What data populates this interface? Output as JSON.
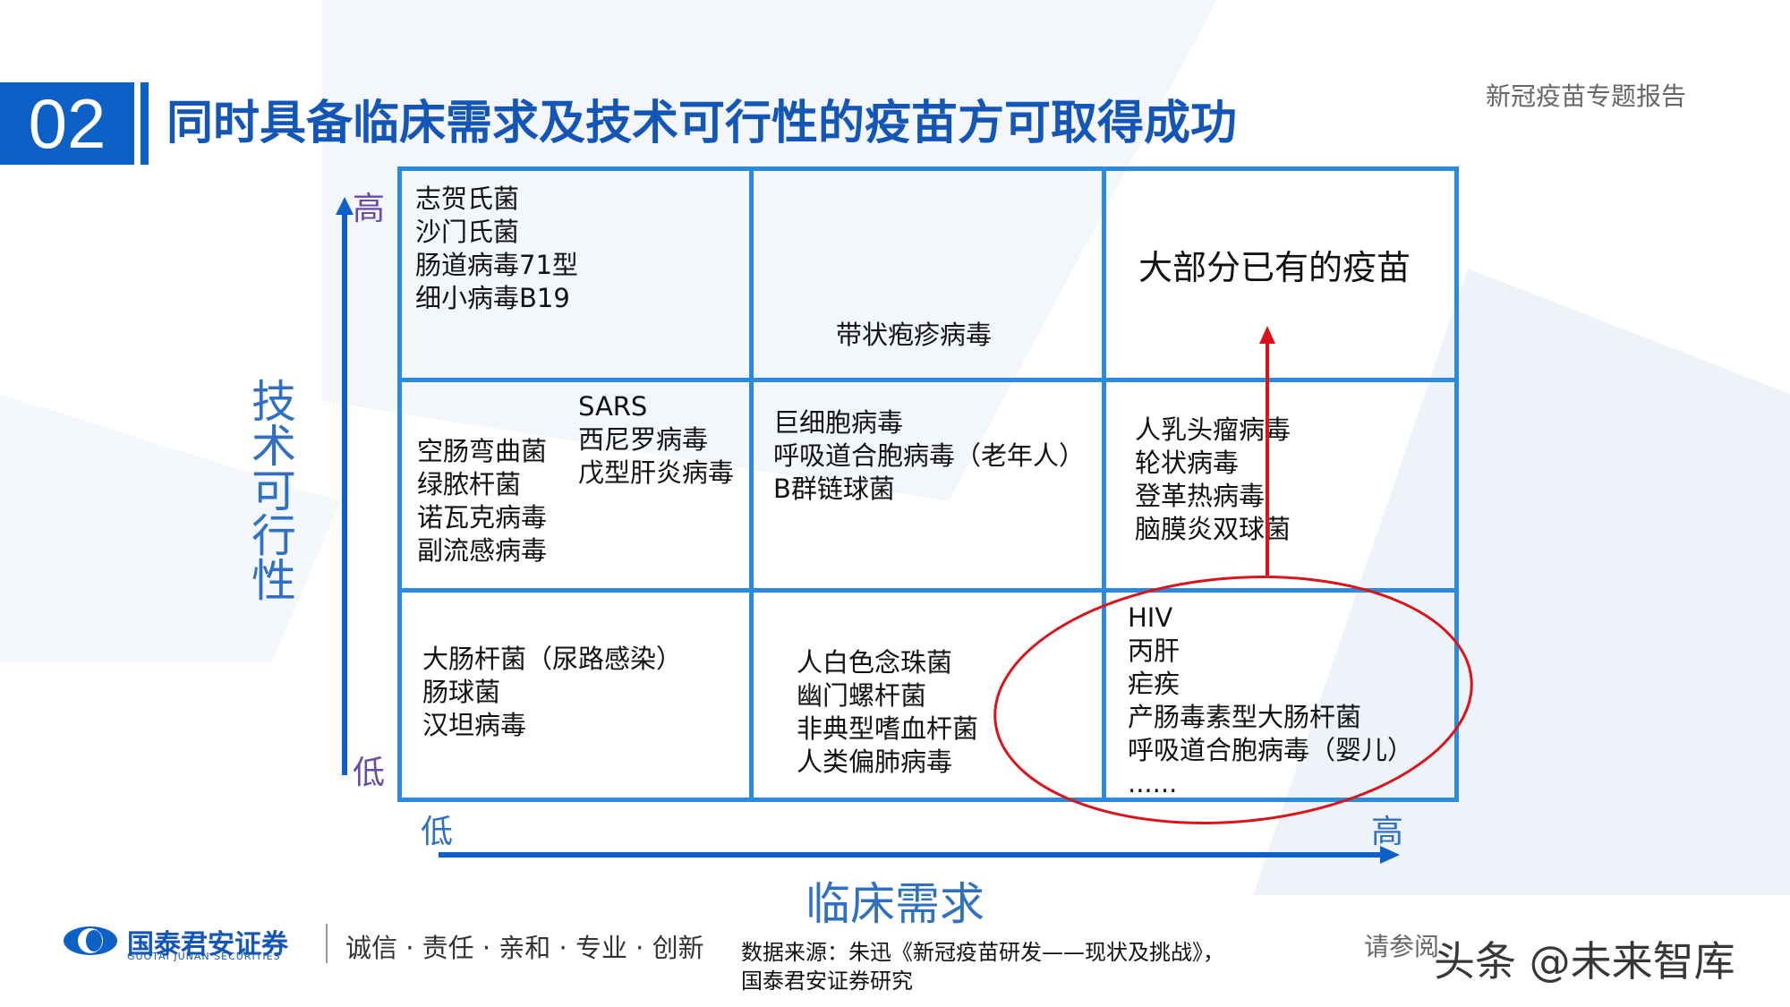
{
  "header": {
    "section_number": "02",
    "title": "同时具备临床需求及技术可行性的疫苗方可取得成功",
    "report_name": "新冠疫苗专题报告"
  },
  "axes": {
    "y_label": "技术可行性",
    "y_high": "高",
    "y_low": "低",
    "x_label": "临床需求",
    "x_low": "低",
    "x_high": "高"
  },
  "grid": {
    "top_left": [
      "志贺氏菌",
      "沙门氏菌",
      "肠道病毒71型",
      "细小病毒B19"
    ],
    "top_mid": [
      "带状疱疹病毒"
    ],
    "top_right": [
      "大部分已有的疫苗"
    ],
    "mid_left_a": [
      "空肠弯曲菌",
      "绿脓杆菌",
      "诺瓦克病毒",
      "副流感病毒"
    ],
    "mid_left_b": [
      "SARS",
      "西尼罗病毒",
      "戊型肝炎病毒"
    ],
    "mid_mid": [
      "巨细胞病毒",
      "呼吸道合胞病毒（老年人）",
      "B群链球菌"
    ],
    "mid_right": [
      "人乳头瘤病毒",
      "轮状病毒",
      "登革热病毒",
      "脑膜炎双球菌"
    ],
    "bot_left": [
      "大肠杆菌（尿路感染）",
      "肠球菌",
      "汉坦病毒"
    ],
    "bot_mid": [
      "人白色念珠菌",
      "幽门螺杆菌",
      "非典型嗜血杆菌",
      "人类偏肺病毒"
    ],
    "bot_right": [
      "HIV",
      "丙肝",
      "疟疾",
      "产肠毒素型大肠杆菌",
      "呼吸道合胞病毒（婴儿）",
      "......"
    ]
  },
  "footer": {
    "brand": "国泰君安证券",
    "brand_en": "GUOTAI JUNAN SECURITIES",
    "slogan": "诚信 · 责任 · 亲和 · 专业 · 创新",
    "source_line1": "数据来源：朱迅《新冠疫苗研发——现状及挑战》，",
    "source_line2": "国泰君安证券研究",
    "disclaimer": "请参阅",
    "watermark": "头条 @未来智库"
  },
  "colors": {
    "brand_blue": "#0d61c6",
    "grid_blue": "#2a8adf",
    "highlight_red": "#d9141b",
    "axis_purple": "#6a4aa8"
  }
}
